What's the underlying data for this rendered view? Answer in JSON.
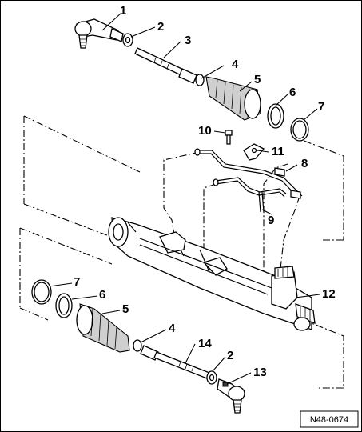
{
  "figure": {
    "reference_code": "N48-0674",
    "callouts": [
      {
        "id": "c1",
        "label": "1"
      },
      {
        "id": "c2a",
        "label": "2"
      },
      {
        "id": "c3",
        "label": "3"
      },
      {
        "id": "c4a",
        "label": "4"
      },
      {
        "id": "c5a",
        "label": "5"
      },
      {
        "id": "c6a",
        "label": "6"
      },
      {
        "id": "c7a",
        "label": "7"
      },
      {
        "id": "c10",
        "label": "10"
      },
      {
        "id": "c11",
        "label": "11"
      },
      {
        "id": "c8",
        "label": "8"
      },
      {
        "id": "c9",
        "label": "9"
      },
      {
        "id": "c12",
        "label": "12"
      },
      {
        "id": "c7b",
        "label": "7"
      },
      {
        "id": "c6b",
        "label": "6"
      },
      {
        "id": "c5b",
        "label": "5"
      },
      {
        "id": "c4b",
        "label": "4"
      },
      {
        "id": "c14",
        "label": "14"
      },
      {
        "id": "c2b",
        "label": "2"
      },
      {
        "id": "c13",
        "label": "13"
      }
    ]
  }
}
